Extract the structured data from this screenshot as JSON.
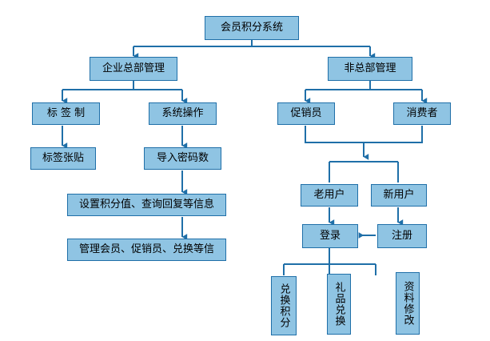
{
  "diagram": {
    "title_node": "会员积分系统",
    "colors": {
      "node_fill": "#8FC4E3",
      "node_border": "#1F6FA8",
      "connector": "#1F6FA8",
      "background": "#FFFFFF"
    },
    "nodes": {
      "root": "会员积分系统",
      "hq_management": "企业总部管理",
      "non_hq_management": "非总部管理",
      "label_making": "标 签 制",
      "system_operation": "系统操作",
      "label_posting": "标签张贴",
      "import_password_count": "导入密码数",
      "set_points_query_reply": "设置积分值、查询回复等信息",
      "manage_members_promoters_exchange": "管理会员、促销员、兑换等信",
      "promoter": "促销员",
      "consumer": "消费者",
      "old_user": "老用户",
      "new_user": "新用户",
      "login": "登录",
      "register": "注册",
      "exchange_points": "兑换积分",
      "gift_exchange": "礼品兑换",
      "profile_edit": "资料修改"
    },
    "edges": [
      {
        "from": "root",
        "to": "hq_management",
        "arrow": "down"
      },
      {
        "from": "root",
        "to": "non_hq_management",
        "arrow": "down"
      },
      {
        "from": "hq_management",
        "to": "label_making",
        "arrow": "down"
      },
      {
        "from": "hq_management",
        "to": "system_operation",
        "arrow": "down"
      },
      {
        "from": "label_making",
        "to": "label_posting",
        "arrow": "down"
      },
      {
        "from": "system_operation",
        "to": "import_password_count",
        "arrow": "down"
      },
      {
        "from": "import_password_count",
        "to": "set_points_query_reply",
        "arrow": "down"
      },
      {
        "from": "set_points_query_reply",
        "to": "manage_members_promoters_exchange",
        "arrow": "down"
      },
      {
        "from": "non_hq_management",
        "to": "promoter",
        "arrow": "down"
      },
      {
        "from": "non_hq_management",
        "to": "consumer",
        "arrow": "down"
      },
      {
        "from": "promoter",
        "to": "user_bus",
        "arrow": "down"
      },
      {
        "from": "consumer",
        "to": "user_bus",
        "arrow": "down"
      },
      {
        "from": "user_bus",
        "to": "old_user",
        "arrow": "none"
      },
      {
        "from": "user_bus",
        "to": "new_user",
        "arrow": "none"
      },
      {
        "from": "old_user",
        "to": "login",
        "arrow": "down"
      },
      {
        "from": "new_user",
        "to": "register",
        "arrow": "down"
      },
      {
        "from": "register",
        "to": "login",
        "arrow": "left"
      },
      {
        "from": "login",
        "to": "exchange_points",
        "arrow": "none"
      },
      {
        "from": "login",
        "to": "gift_exchange",
        "arrow": "none"
      },
      {
        "from": "login",
        "to": "profile_edit",
        "arrow": "none"
      }
    ]
  }
}
